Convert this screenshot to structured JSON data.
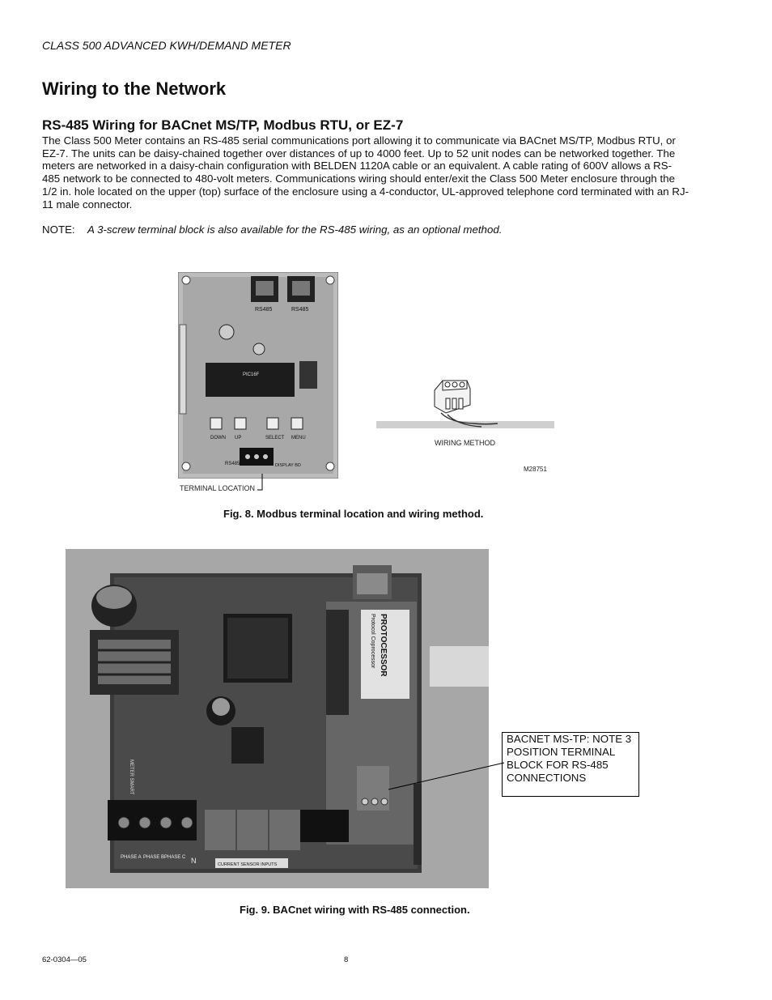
{
  "header": {
    "running_title": "CLASS 500 ADVANCED KWH/DEMAND METER"
  },
  "section": {
    "title": "Wiring to the Network",
    "subtitle": "RS-485 Wiring for BACnet MS/TP, Modbus RTU, or EZ-7",
    "body": "The Class 500 Meter contains an RS-485 serial communications port allowing it to communicate via BACnet MS/TP, Modbus RTU, or EZ-7. The units can be daisy-chained together over distances of up to 4000 feet. Up to 52 unit nodes can be networked together. The meters are networked in a daisy-chain configuration with BELDEN 1120A cable or an equivalent. A cable rating of 600V allows a RS-485 network to be connected to 480-volt meters. Communications wiring should enter/exit the Class 500 Meter enclosure through the 1/2 in. hole located on the upper (top) surface of the enclosure using a 4-conductor, UL-approved telephone cord terminated with an RJ-11 male connector.",
    "note_label": "NOTE:",
    "note_text": "A 3-screw terminal block is also available for the RS-485 wiring, as an optional method."
  },
  "figure8": {
    "board_labels": {
      "rs485_left": "RS485",
      "rs485_right": "RS485",
      "chip": "PIC16F",
      "btn_down": "DOWN",
      "btn_up": "UP",
      "btn_select": "SELECT",
      "btn_menu": "MENU",
      "rs485_term": "RS485",
      "display": "DISPLAY BD"
    },
    "terminal_label": "TERMINAL LOCATION",
    "wiring_label": "WIRING METHOD",
    "drawing_number": "M28751",
    "caption": "Fig. 8. Modbus terminal location and wiring method."
  },
  "figure9": {
    "board_labels": {
      "protocessor": "PROTOCESSOR",
      "protocessor_sub": "Protocol Coprocessor",
      "phase_a": "PHASE A",
      "phase_b": "PHASE B",
      "phase_c": "PHASE C",
      "neutral": "N",
      "sensor": "CURRENT SENSOR INPUTS",
      "meter": "METER SMART"
    },
    "callout": "BACNET MS-TP: NOTE 3 POSITION TERMINAL BLOCK FOR RS-485 CONNECTIONS",
    "caption": "Fig. 9. BACnet wiring with RS-485 connection."
  },
  "footer": {
    "doc_number": "62-0304—05",
    "page_number": "8"
  }
}
